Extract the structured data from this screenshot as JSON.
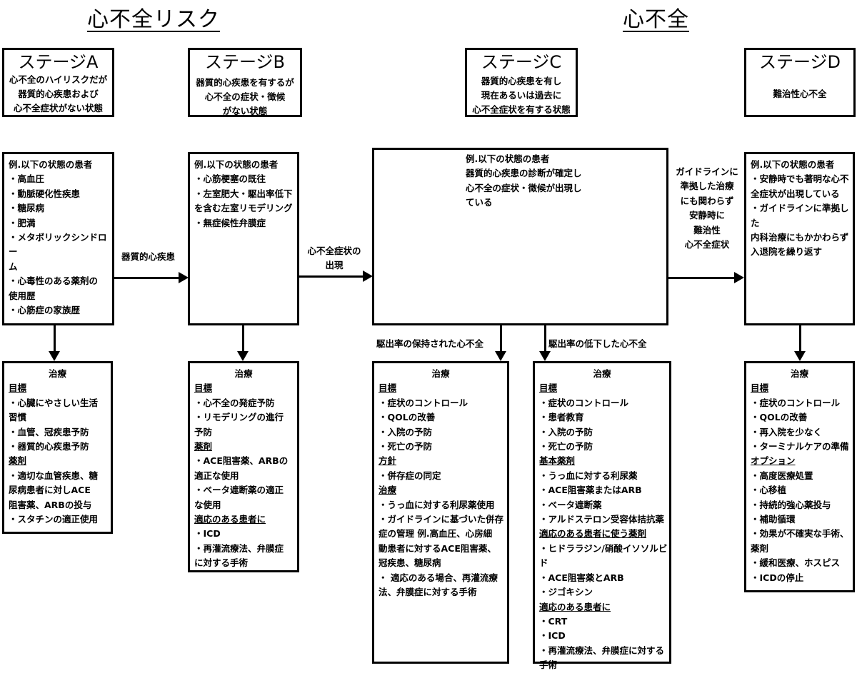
{
  "titles": {
    "risk": "心不全リスク",
    "hf": "心不全"
  },
  "stages": {
    "a": {
      "name": "ステージA",
      "desc": [
        "心不全のハイリスクだが",
        "器質的心疾患および",
        "心不全症状がない状態"
      ]
    },
    "b": {
      "name": "ステージB",
      "desc": [
        "器質的心疾患を有するが",
        "心不全の症状・徴候",
        "がない状態"
      ]
    },
    "c": {
      "name": "ステージC",
      "desc": [
        "器質的心疾患を有し",
        "現在あるいは過去に",
        "心不全症状を有する状態"
      ]
    },
    "d": {
      "name": "ステージD",
      "desc": [
        "難治性心不全"
      ]
    }
  },
  "examples": {
    "a": [
      "例.以下の状態の患者",
      "・高血圧",
      "・動脈硬化性疾患",
      "・糖尿病",
      "・肥満",
      "・メタボリックシンドロー",
      "ム",
      "・心毒性のある薬剤の",
      "使用歴",
      "・心筋症の家族歴"
    ],
    "b": [
      "例.以下の状態の患者",
      "・心筋梗塞の既往",
      "・左室肥大・駆出率低下",
      "を含む左室リモデリング",
      "・無症候性弁膜症"
    ],
    "c": [
      "例.以下の状態の患者",
      "器質的心疾患の診断が確定し",
      "心不全の症状・徴候が出現し",
      "ている"
    ],
    "d": [
      "例.以下の状態の患者",
      "・安静時でも著明な心不",
      "全症状が出現している",
      "・ガイドラインに準拠した",
      "内科治療にもかかわらず",
      "入退院を繰り返す"
    ]
  },
  "arrows": {
    "a_to_b": "器質的心疾患",
    "b_to_c": [
      "心不全症状の",
      "出現"
    ],
    "c_to_d": [
      "ガイドラインに",
      "準拠した治療",
      "にも関わらず",
      "安静時に",
      "難治性",
      "心不全症状"
    ],
    "c_hfpef": "駆出率の保持された心不全",
    "c_hfref": "駆出率の低下した心不全"
  },
  "treatment": {
    "title": "治療",
    "a": [
      {
        "t": "目標",
        "h": true
      },
      {
        "t": "・心臓にやさしい生活"
      },
      {
        "t": "習慣"
      },
      {
        "t": "・血管、冠疾患予防"
      },
      {
        "t": "・器質的心疾患予防"
      },
      {
        "t": "薬剤",
        "h": true
      },
      {
        "t": "・適切な血管疾患、糖"
      },
      {
        "t": "尿病患者に対しACE"
      },
      {
        "t": "阻害薬、ARBの投与"
      },
      {
        "t": "・スタチンの適正使用"
      }
    ],
    "b": [
      {
        "t": "目標",
        "h": true
      },
      {
        "t": "・心不全の発症予防"
      },
      {
        "t": "・リモデリングの進行"
      },
      {
        "t": "予防"
      },
      {
        "t": "薬剤",
        "h": true
      },
      {
        "t": "・ACE阻害薬、ARBの"
      },
      {
        "t": "適正な使用"
      },
      {
        "t": "・ベータ遮断薬の適正"
      },
      {
        "t": "な使用"
      },
      {
        "t": "適応のある患者に",
        "h": true
      },
      {
        "t": "・ICD"
      },
      {
        "t": "・再灌流療法、弁膜症"
      },
      {
        "t": "に対する手術"
      }
    ],
    "c_pef": [
      {
        "t": "目標",
        "h": true
      },
      {
        "t": "・症状のコントロール"
      },
      {
        "t": "・QOLの改善"
      },
      {
        "t": "・入院の予防"
      },
      {
        "t": "・死亡の予防"
      },
      {
        "t": "方針",
        "h": true
      },
      {
        "t": "・併存症の同定"
      },
      {
        "t": "治療",
        "h": true
      },
      {
        "t": "・うっ血に対する利尿薬使用"
      },
      {
        "t": "・ガイドラインに基づいた併存"
      },
      {
        "t": "症の管理 例.高血圧、心房細"
      },
      {
        "t": "動患者に対するACE阻害薬、"
      },
      {
        "t": "冠疾患、糖尿病"
      },
      {
        "t": "・ 適応のある場合、再灌流療"
      },
      {
        "t": "法、弁膜症に対する手術"
      }
    ],
    "c_ref": [
      {
        "t": "目標",
        "h": true
      },
      {
        "t": "・症状のコントロール"
      },
      {
        "t": "・患者教育"
      },
      {
        "t": "・入院の予防"
      },
      {
        "t": "・死亡の予防"
      },
      {
        "t": "基本薬剤",
        "h": true
      },
      {
        "t": "・うっ血に対する利尿薬"
      },
      {
        "t": "・ACE阻害薬またはARB"
      },
      {
        "t": "・ベータ遮断薬"
      },
      {
        "t": "・アルドステロン受容体拮抗薬"
      },
      {
        "t": "適応のある患者に使う薬剤",
        "h": true
      },
      {
        "t": "・ヒドララジン/硝酸イソソルビド"
      },
      {
        "t": "・ACE阻害薬とARB"
      },
      {
        "t": "・ジゴキシン"
      },
      {
        "t": "適応のある患者に",
        "h": true
      },
      {
        "t": "・CRT"
      },
      {
        "t": "・ICD"
      },
      {
        "t": "・再灌流療法、弁膜症に対する"
      },
      {
        "t": "手術"
      }
    ],
    "d": [
      {
        "t": "目標",
        "h": true
      },
      {
        "t": "・症状のコントロール"
      },
      {
        "t": "・QOLの改善"
      },
      {
        "t": "・再入院を少なく"
      },
      {
        "t": "・ターミナルケアの準備"
      },
      {
        "t": "オプション",
        "h": true
      },
      {
        "t": "・高度医療処置"
      },
      {
        "t": "・心移植"
      },
      {
        "t": "・持続的強心薬投与"
      },
      {
        "t": "・補助循環"
      },
      {
        "t": "・効果が不確実な手術、"
      },
      {
        "t": "薬剤"
      },
      {
        "t": "・緩和医療、ホスピス"
      },
      {
        "t": "・ICDの停止"
      }
    ]
  }
}
